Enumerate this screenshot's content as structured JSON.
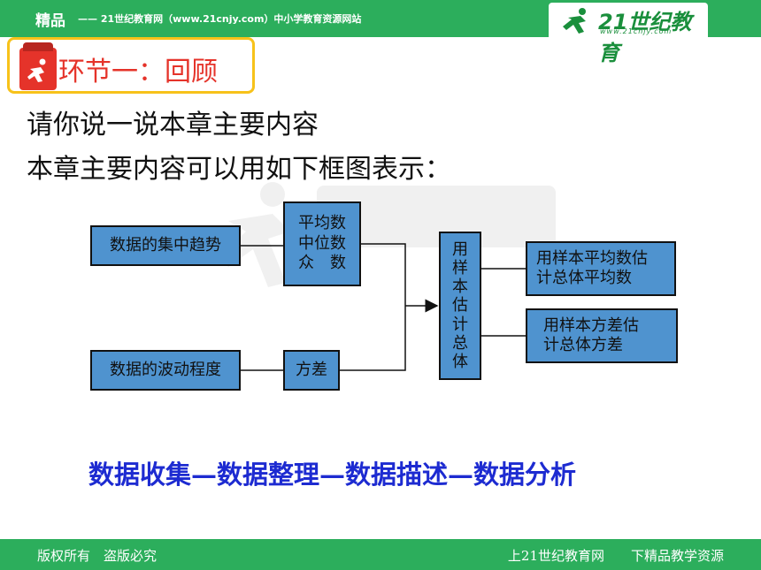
{
  "header": {
    "brand": "精品",
    "site": "—— 21世纪教育网（www.21cnjy.com）中小学教育资源网站",
    "logo_text": "21世纪教育",
    "logo_url": "www.21cnjy.com"
  },
  "section": {
    "title": "环节一：回顾"
  },
  "content": {
    "line1": "请你说一说本章主要内容",
    "line2": "本章主要内容可以用如下框图表示："
  },
  "diagram": {
    "central_tendency": "数据的集中趋势",
    "measures": [
      "平均数",
      "中位数",
      "众　数"
    ],
    "fluctuation": "数据的波动程度",
    "variance": "方差",
    "estimate": [
      "用",
      "样",
      "本",
      "估",
      "计",
      "总",
      "体"
    ],
    "mean_estimate": [
      "用样本平均数估",
      "计总体平均数"
    ],
    "variance_estimate": [
      "用样本方差估",
      "计总体方差"
    ]
  },
  "process": "数据收集—数据整理—数据描述—数据分析",
  "footer": {
    "left": "版权所有　盗版必究",
    "right": "上21世纪教育网　　下精品教学资源"
  },
  "colors": {
    "header_green": "#2cae5c",
    "box_blue": "#4f93cf",
    "title_red": "#e5332a",
    "process_blue": "#1d2bd1",
    "frame_yellow": "#f7c21a"
  }
}
